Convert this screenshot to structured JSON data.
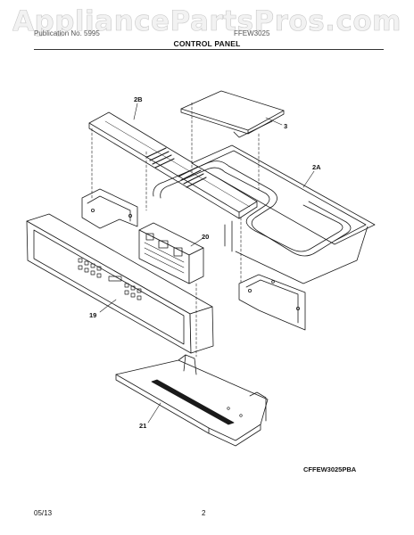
{
  "watermark": "AppliancePartsPros.com",
  "header": {
    "left_text": "Publication No. 5995",
    "right_text": "FFEW3025",
    "title": "CONTROL PANEL"
  },
  "callouts": [
    "2B",
    "3",
    "2A",
    "20",
    "19",
    "21"
  ],
  "figure_code": "CFFEW3025PBA",
  "footer": {
    "date": "05/13",
    "page": "2"
  }
}
